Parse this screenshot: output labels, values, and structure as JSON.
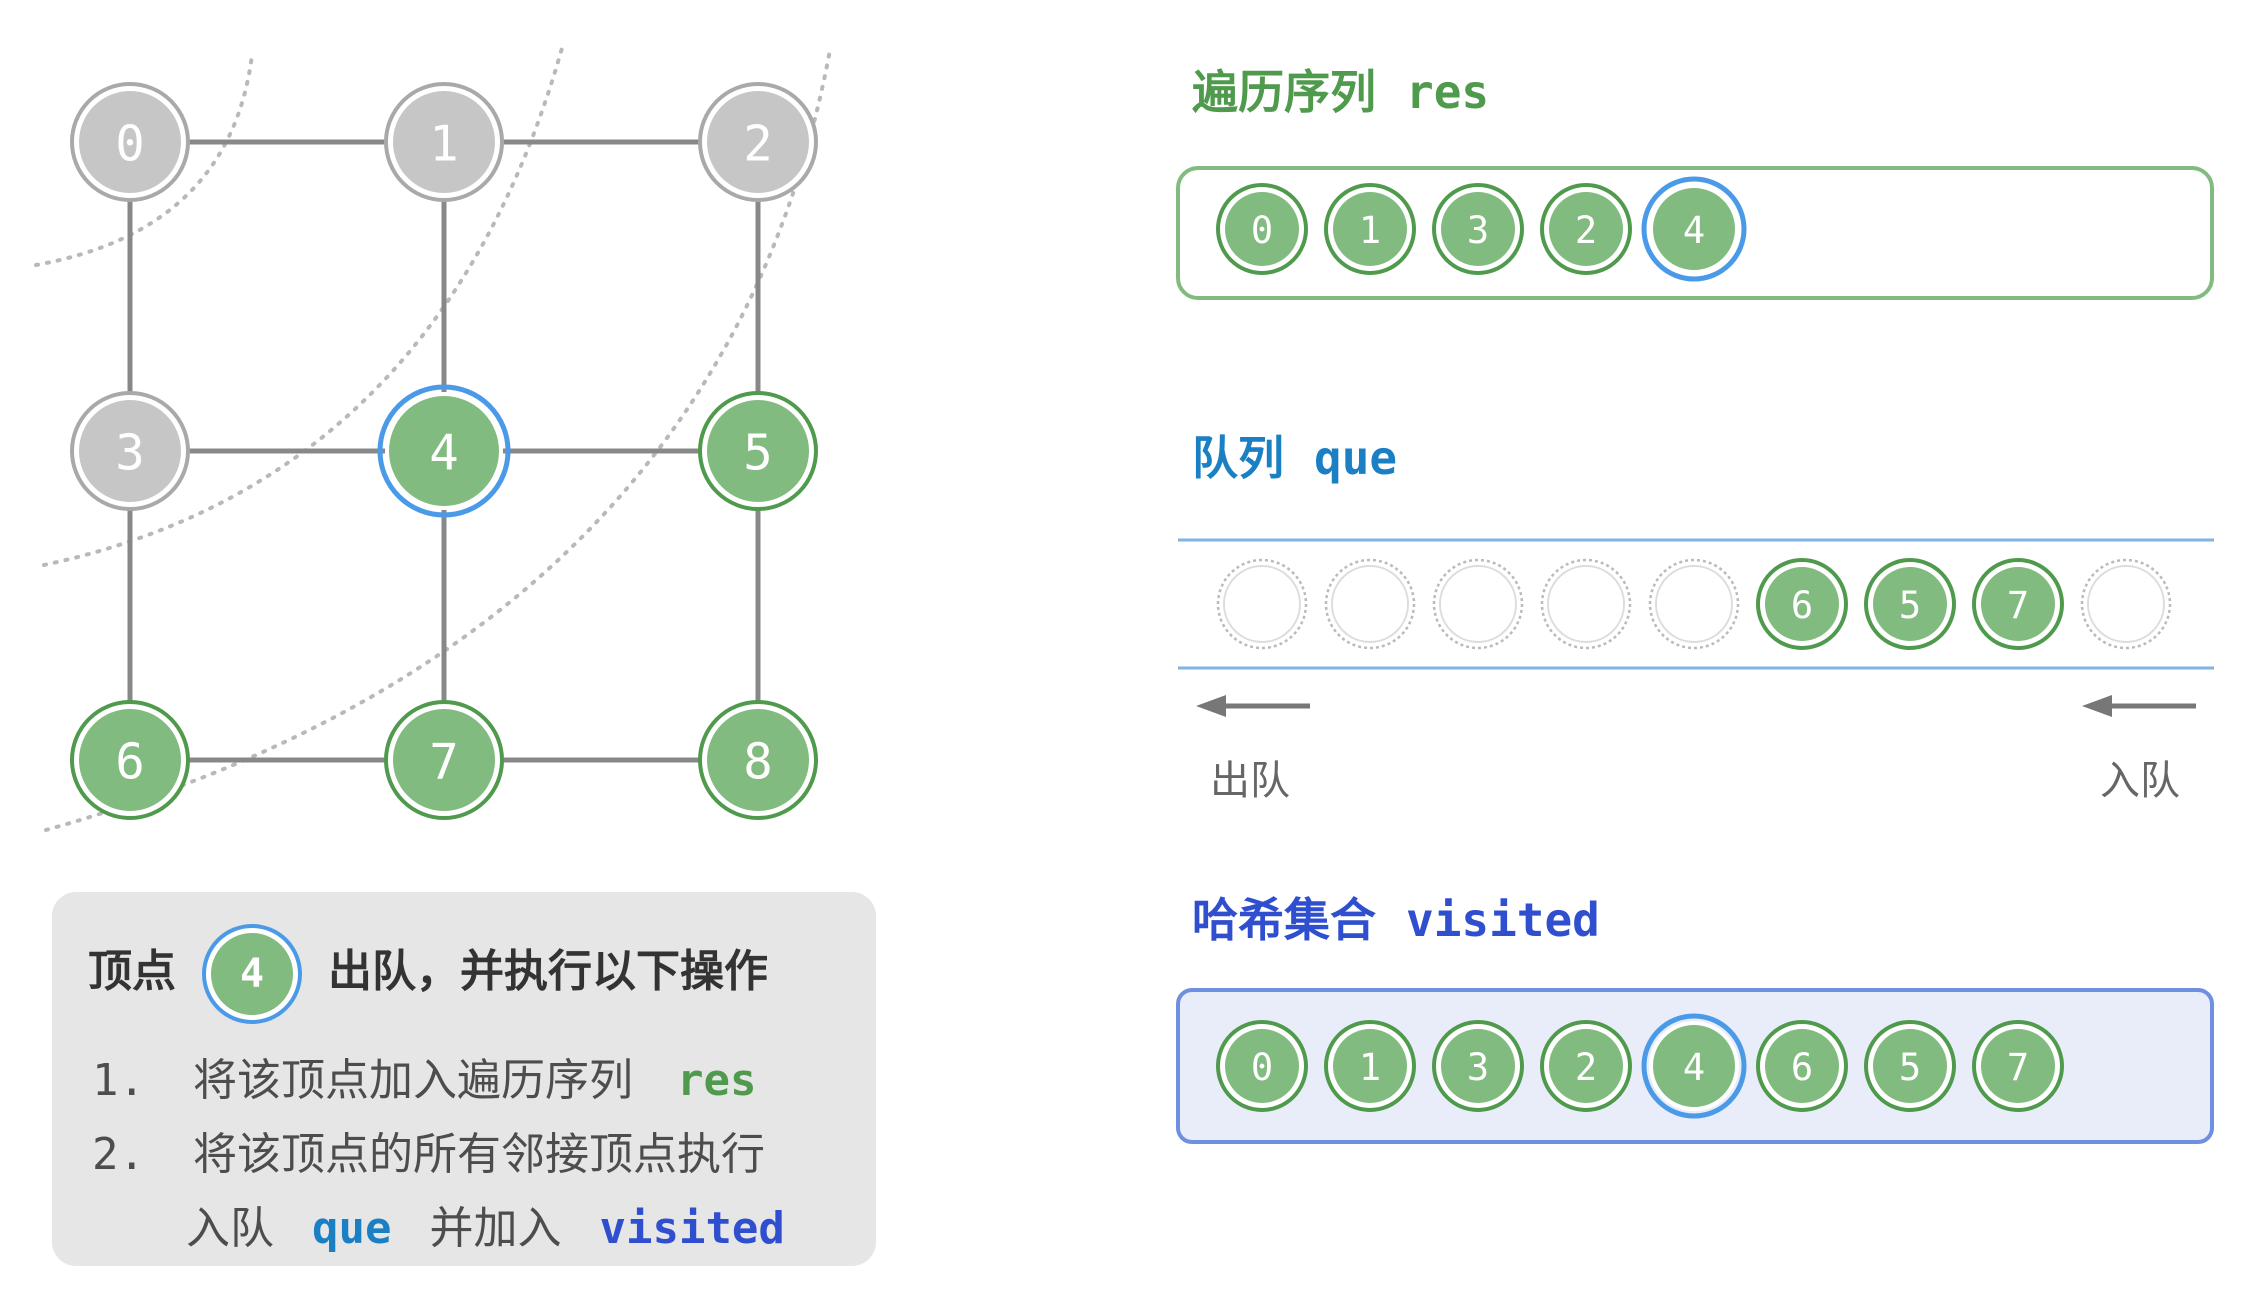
{
  "colors": {
    "visited_fill": "#82bb7f",
    "visited_stroke": "#4f9a4c",
    "unvisited_fill": "#c6c6c6",
    "unvisited_stroke": "#a9a9a9",
    "current_ring": "#4a9ae8",
    "edge": "#888888",
    "res_color": "#4f9a4c",
    "que_color": "#1b7fc4",
    "visited_color": "#2f4fcf"
  },
  "graph": {
    "nodes": [
      {
        "label": "0",
        "state": "done"
      },
      {
        "label": "1",
        "state": "done"
      },
      {
        "label": "2",
        "state": "done"
      },
      {
        "label": "3",
        "state": "done"
      },
      {
        "label": "4",
        "state": "current"
      },
      {
        "label": "5",
        "state": "visited"
      },
      {
        "label": "6",
        "state": "visited"
      },
      {
        "label": "7",
        "state": "visited"
      },
      {
        "label": "8",
        "state": "visited"
      }
    ],
    "edges": [
      [
        0,
        1
      ],
      [
        1,
        2
      ],
      [
        3,
        4
      ],
      [
        4,
        5
      ],
      [
        6,
        7
      ],
      [
        7,
        8
      ],
      [
        0,
        3
      ],
      [
        3,
        6
      ],
      [
        1,
        4
      ],
      [
        4,
        7
      ],
      [
        2,
        5
      ],
      [
        5,
        8
      ]
    ]
  },
  "res_panel": {
    "title": "遍历序列",
    "code": "res",
    "items": [
      {
        "label": "0",
        "current": false
      },
      {
        "label": "1",
        "current": false
      },
      {
        "label": "3",
        "current": false
      },
      {
        "label": "2",
        "current": false
      },
      {
        "label": "4",
        "current": true
      }
    ]
  },
  "que_panel": {
    "title": "队列",
    "code": "que",
    "slots": [
      "",
      "",
      "",
      "",
      "",
      "6",
      "5",
      "7",
      ""
    ],
    "dequeue_label": "出队",
    "enqueue_label": "入队"
  },
  "visited_panel": {
    "title": "哈希集合",
    "code": "visited",
    "items": [
      {
        "label": "0",
        "current": false
      },
      {
        "label": "1",
        "current": false
      },
      {
        "label": "3",
        "current": false
      },
      {
        "label": "2",
        "current": false
      },
      {
        "label": "4",
        "current": true
      },
      {
        "label": "6",
        "current": false
      },
      {
        "label": "5",
        "current": false
      },
      {
        "label": "7",
        "current": false
      }
    ]
  },
  "info": {
    "head_prefix": "顶点",
    "head_vertex": "4",
    "head_suffix": "出队，并执行以下操作",
    "step1_num": "1.",
    "step1_text": "将该顶点加入遍历序列",
    "step1_code": "res",
    "step2_num": "2.",
    "step2_text": "将该顶点的所有邻接顶点执行",
    "step2b_text1": "入队",
    "step2b_code1": "que",
    "step2b_text2": "并加入",
    "step2b_code2": "visited"
  }
}
